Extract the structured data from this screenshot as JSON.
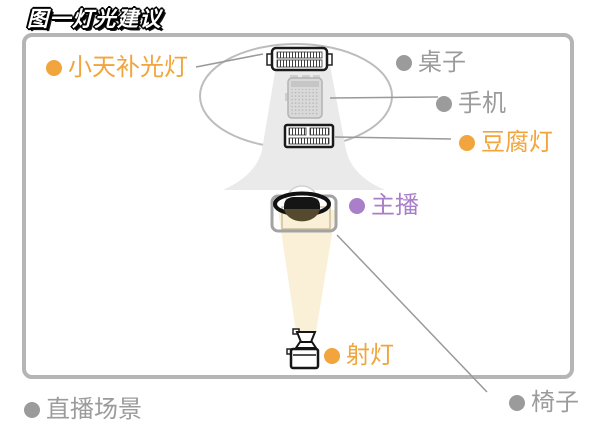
{
  "title": "图一灯光建议",
  "labels": {
    "fill_light": "小天补光灯",
    "table": "桌子",
    "phone": "手机",
    "tofu_light": "豆腐灯",
    "host": "主播",
    "spotlight": "射灯",
    "scene": "直播场景",
    "chair": "椅子"
  },
  "colors": {
    "orange": "#F1A53C",
    "gray": "#9B9B9B",
    "purple": "#A97FC9",
    "box_border": "#B5B5B5",
    "overhead_beam": "#EAEAEA",
    "spotlight_beam": "#FAF0D8",
    "pointer_line": "#999999"
  },
  "icons": {
    "fill_light": "led-panel-light-icon",
    "phone": "smartphone-top-icon",
    "tofu_light": "tofu-light-icon",
    "host": "person-top-view-icon",
    "chair": "chair-top-view-icon",
    "spotlight": "standing-spotlight-icon"
  }
}
